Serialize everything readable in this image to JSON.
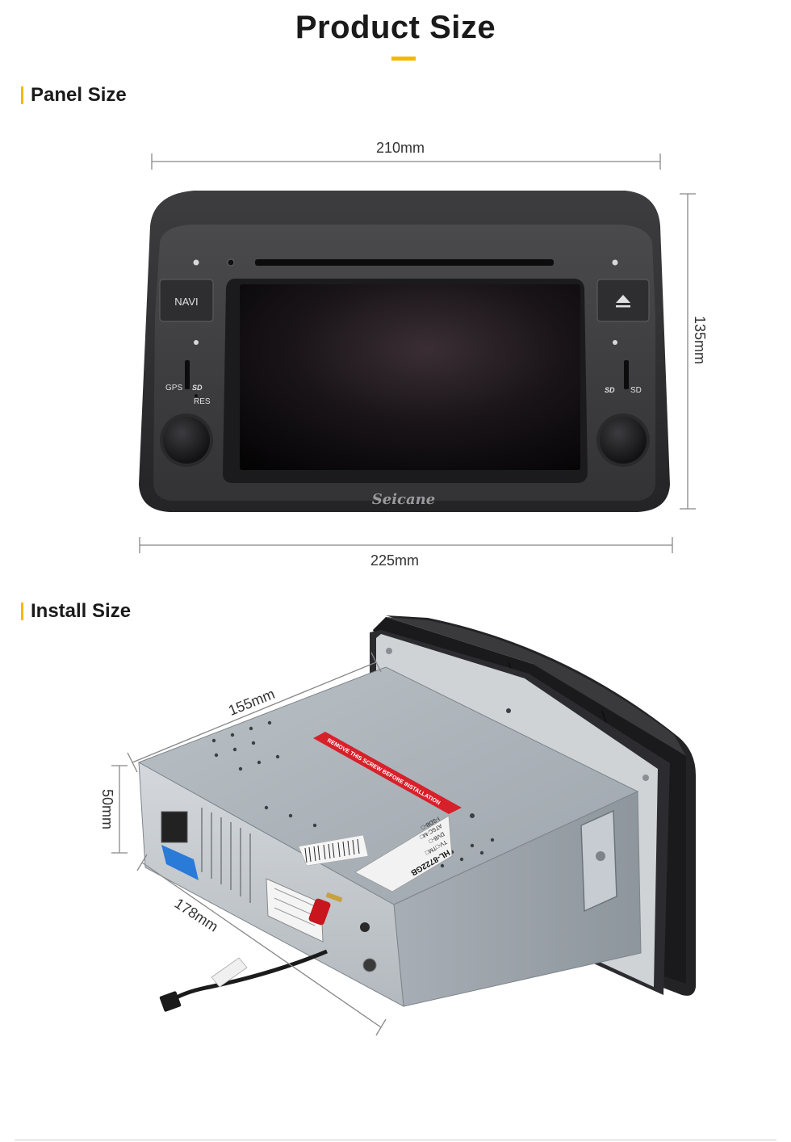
{
  "header": {
    "title": "Product Size",
    "accent_color": "#f5b800"
  },
  "panel_section": {
    "heading": "Panel Size",
    "dimensions": {
      "top_width": "210mm",
      "bottom_width": "225mm",
      "height": "135mm"
    },
    "device": {
      "left_button": "NAVI",
      "right_button_icon": "eject-icon",
      "left_slot_label": "GPS",
      "left_reset_label": "RES",
      "right_slot_label": "SD",
      "brand": "Seicane"
    }
  },
  "install_section": {
    "heading": "Install Size",
    "dimensions": {
      "depth": "155mm",
      "height": "50mm",
      "width": "178mm"
    },
    "chassis": {
      "warning_sticker": "REMOVE THIS SCREW BEFORE INSTALLATION",
      "model_label": "HL-8722GB",
      "spec_lines": [
        "TV-□TM□",
        "DVB-□",
        "ATSC-M□",
        "I-SDB-□"
      ]
    }
  }
}
